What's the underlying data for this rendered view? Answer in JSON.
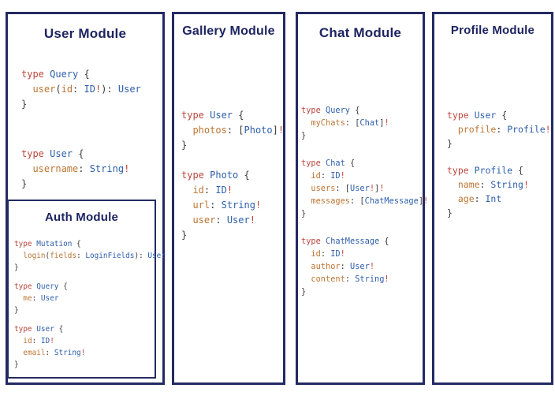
{
  "theme": {
    "border_navy": "#232a63",
    "title_navy": "#1d2460",
    "background": "#ffffff"
  },
  "syntax_colors": {
    "keyword": "#b9473d",
    "type": "#2e5fab",
    "field": "#bd7634",
    "punct": "#3a3a3a",
    "bang": "#c43f35"
  },
  "modules": [
    {
      "id": "user",
      "title": "User Module",
      "code_blocks": [
        [
          [
            [
              "type ",
              "keyword"
            ],
            [
              "Query ",
              "type"
            ],
            [
              "{",
              "punct"
            ]
          ],
          [
            [
              "  ",
              "punct"
            ],
            [
              "user",
              "field"
            ],
            [
              "(",
              "punct"
            ],
            [
              "id",
              "field"
            ],
            [
              ": ",
              "punct"
            ],
            [
              "ID",
              "type"
            ],
            [
              "!",
              "bang"
            ],
            [
              "): ",
              "punct"
            ],
            [
              "User",
              "type"
            ]
          ],
          [
            [
              "}",
              "punct"
            ]
          ]
        ],
        [
          [
            [
              "type ",
              "keyword"
            ],
            [
              "User ",
              "type"
            ],
            [
              "{",
              "punct"
            ]
          ],
          [
            [
              "  ",
              "punct"
            ],
            [
              "username",
              "field"
            ],
            [
              ": ",
              "punct"
            ],
            [
              "String",
              "type"
            ],
            [
              "!",
              "bang"
            ]
          ],
          [
            [
              "}",
              "punct"
            ]
          ]
        ]
      ]
    },
    {
      "id": "auth",
      "title": "Auth Module",
      "code_blocks": [
        [
          [
            [
              "type ",
              "keyword"
            ],
            [
              "Mutation ",
              "type"
            ],
            [
              "{",
              "punct"
            ]
          ],
          [
            [
              "  ",
              "punct"
            ],
            [
              "login",
              "field"
            ],
            [
              "(",
              "punct"
            ],
            [
              "fields",
              "field"
            ],
            [
              ": ",
              "punct"
            ],
            [
              "LoginFields",
              "type"
            ],
            [
              "): ",
              "punct"
            ],
            [
              "User",
              "type"
            ]
          ],
          [
            [
              "}",
              "punct"
            ]
          ]
        ],
        [
          [
            [
              "type ",
              "keyword"
            ],
            [
              "Query ",
              "type"
            ],
            [
              "{",
              "punct"
            ]
          ],
          [
            [
              "  ",
              "punct"
            ],
            [
              "me",
              "field"
            ],
            [
              ": ",
              "punct"
            ],
            [
              "User",
              "type"
            ]
          ],
          [
            [
              "}",
              "punct"
            ]
          ]
        ],
        [
          [
            [
              "type ",
              "keyword"
            ],
            [
              "User ",
              "type"
            ],
            [
              "{",
              "punct"
            ]
          ],
          [
            [
              "  ",
              "punct"
            ],
            [
              "id",
              "field"
            ],
            [
              ": ",
              "punct"
            ],
            [
              "ID",
              "type"
            ],
            [
              "!",
              "bang"
            ]
          ],
          [
            [
              "  ",
              "punct"
            ],
            [
              "email",
              "field"
            ],
            [
              ": ",
              "punct"
            ],
            [
              "String",
              "type"
            ],
            [
              "!",
              "bang"
            ]
          ],
          [
            [
              "}",
              "punct"
            ]
          ]
        ]
      ]
    },
    {
      "id": "gallery",
      "title": "Gallery Module",
      "code_blocks": [
        [
          [
            [
              "type ",
              "keyword"
            ],
            [
              "User ",
              "type"
            ],
            [
              "{",
              "punct"
            ]
          ],
          [
            [
              "  ",
              "punct"
            ],
            [
              "photos",
              "field"
            ],
            [
              ": [",
              "punct"
            ],
            [
              "Photo",
              "type"
            ],
            [
              "]",
              "punct"
            ],
            [
              "!",
              "bang"
            ]
          ],
          [
            [
              "}",
              "punct"
            ]
          ]
        ],
        [
          [
            [
              "type ",
              "keyword"
            ],
            [
              "Photo ",
              "type"
            ],
            [
              "{",
              "punct"
            ]
          ],
          [
            [
              "  ",
              "punct"
            ],
            [
              "id",
              "field"
            ],
            [
              ": ",
              "punct"
            ],
            [
              "ID",
              "type"
            ],
            [
              "!",
              "bang"
            ]
          ],
          [
            [
              "  ",
              "punct"
            ],
            [
              "url",
              "field"
            ],
            [
              ": ",
              "punct"
            ],
            [
              "String",
              "type"
            ],
            [
              "!",
              "bang"
            ]
          ],
          [
            [
              "  ",
              "punct"
            ],
            [
              "user",
              "field"
            ],
            [
              ": ",
              "punct"
            ],
            [
              "User",
              "type"
            ],
            [
              "!",
              "bang"
            ]
          ],
          [
            [
              "}",
              "punct"
            ]
          ]
        ]
      ]
    },
    {
      "id": "chat",
      "title": "Chat Module",
      "code_blocks": [
        [
          [
            [
              "type ",
              "keyword"
            ],
            [
              "Query ",
              "type"
            ],
            [
              "{",
              "punct"
            ]
          ],
          [
            [
              "  ",
              "punct"
            ],
            [
              "myChats",
              "field"
            ],
            [
              ": [",
              "punct"
            ],
            [
              "Chat",
              "type"
            ],
            [
              "]",
              "punct"
            ],
            [
              "!",
              "bang"
            ]
          ],
          [
            [
              "}",
              "punct"
            ]
          ]
        ],
        [
          [
            [
              "type ",
              "keyword"
            ],
            [
              "Chat ",
              "type"
            ],
            [
              "{",
              "punct"
            ]
          ],
          [
            [
              "  ",
              "punct"
            ],
            [
              "id",
              "field"
            ],
            [
              ": ",
              "punct"
            ],
            [
              "ID",
              "type"
            ],
            [
              "!",
              "bang"
            ]
          ],
          [
            [
              "  ",
              "punct"
            ],
            [
              "users",
              "field"
            ],
            [
              ": [",
              "punct"
            ],
            [
              "User",
              "type"
            ],
            [
              "!",
              "bang"
            ],
            [
              "]",
              "punct"
            ],
            [
              "!",
              "bang"
            ]
          ],
          [
            [
              "  ",
              "punct"
            ],
            [
              "messages",
              "field"
            ],
            [
              ": [",
              "punct"
            ],
            [
              "ChatMessage",
              "type"
            ],
            [
              "]",
              "punct"
            ],
            [
              "!",
              "bang"
            ]
          ],
          [
            [
              "}",
              "punct"
            ]
          ]
        ],
        [
          [
            [
              "type ",
              "keyword"
            ],
            [
              "ChatMessage ",
              "type"
            ],
            [
              "{",
              "punct"
            ]
          ],
          [
            [
              "  ",
              "punct"
            ],
            [
              "id",
              "field"
            ],
            [
              ": ",
              "punct"
            ],
            [
              "ID",
              "type"
            ],
            [
              "!",
              "bang"
            ]
          ],
          [
            [
              "  ",
              "punct"
            ],
            [
              "author",
              "field"
            ],
            [
              ": ",
              "punct"
            ],
            [
              "User",
              "type"
            ],
            [
              "!",
              "bang"
            ]
          ],
          [
            [
              "  ",
              "punct"
            ],
            [
              "content",
              "field"
            ],
            [
              ": ",
              "punct"
            ],
            [
              "String",
              "type"
            ],
            [
              "!",
              "bang"
            ]
          ],
          [
            [
              "}",
              "punct"
            ]
          ]
        ]
      ]
    },
    {
      "id": "profile",
      "title": "Profile Module",
      "code_blocks": [
        [
          [
            [
              "type ",
              "keyword"
            ],
            [
              "User ",
              "type"
            ],
            [
              "{",
              "punct"
            ]
          ],
          [
            [
              "  ",
              "punct"
            ],
            [
              "profile",
              "field"
            ],
            [
              ": ",
              "punct"
            ],
            [
              "Profile",
              "type"
            ],
            [
              "!",
              "bang"
            ]
          ],
          [
            [
              "}",
              "punct"
            ]
          ]
        ],
        [
          [
            [
              "type ",
              "keyword"
            ],
            [
              "Profile ",
              "type"
            ],
            [
              "{",
              "punct"
            ]
          ],
          [
            [
              "  ",
              "punct"
            ],
            [
              "name",
              "field"
            ],
            [
              ": ",
              "punct"
            ],
            [
              "String",
              "type"
            ],
            [
              "!",
              "bang"
            ]
          ],
          [
            [
              "  ",
              "punct"
            ],
            [
              "age",
              "field"
            ],
            [
              ": ",
              "punct"
            ],
            [
              "Int",
              "type"
            ]
          ],
          [
            [
              "}",
              "punct"
            ]
          ]
        ]
      ]
    }
  ]
}
